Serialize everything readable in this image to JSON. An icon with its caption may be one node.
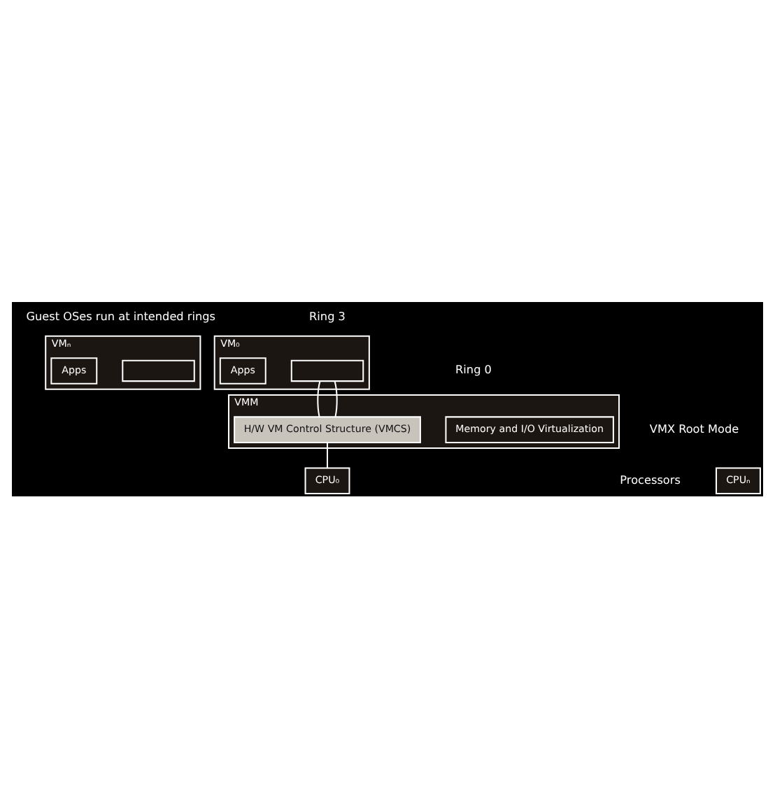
{
  "diagram": {
    "nodes": [
      {
        "text": [
          "VM₀"
        ]
      },
      {
        "text": [
          "Apps"
        ],
        "in": 0
      },
      {
        "text": [],
        "shape": "box",
        "in": 0
      },
      {
        "text": [
          "VMₙ"
        ]
      },
      {
        "text": [
          "Apps"
        ],
        "in": 3
      },
      {
        "text": [],
        "shape": "box",
        "in": 3
      },
      {
        "text": [
          "VMM"
        ]
      },
      {
        "text": [
          "H/W VM Control Structure (VMCS)"
        ],
        "in": 6
      },
      {
        "text": [
          "Memory and I/O Virtualization"
        ],
        "in": 6
      },
      {
        "text": [
          "CPU₀"
        ]
      },
      {
        "text": [
          "CPUₙ"
        ]
      }
    ],
    "edges": [
      {
        "from": 2,
        "to": 7,
        "arrow": "none"
      },
      {
        "from": 2,
        "to": 7,
        "arrow": "none"
      },
      {
        "from": 7,
        "to": 9,
        "arrow": "none"
      }
    ],
    "labels": [
      "Guest OSes run at intended rings",
      "Ring 3",
      "Ring 0",
      "VMX Root Mode",
      "Processors"
    ]
  }
}
